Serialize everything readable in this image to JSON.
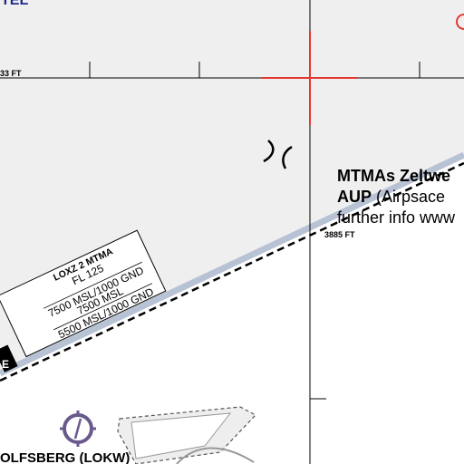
{
  "map": {
    "top_label_fragment": "TEL",
    "altitude_left": "33 FT",
    "altitude_mid": "3885 FT",
    "mtma_box": {
      "title": "LOXZ 2 MTMA",
      "upper_1": "FL 125",
      "lower_1": "7500 MSL/1000 GND",
      "upper_2": "7500 MSL",
      "lower_2": "5500 MSL/1000 GND"
    },
    "airport_label": "OLFSBERG (LOKW)",
    "note": {
      "title": "MTMAs Zeltwe",
      "aup_bold": "AUP",
      "aup_rest": " (Airpsace",
      "line3": "further info www"
    },
    "colors": {
      "restricted_fill": "#efefef",
      "cross_red": "#e53935",
      "airport_purple": "#6a5a8c",
      "boundary_blue": "#b7c2d4",
      "label_navy": "#1b2a8c"
    }
  }
}
